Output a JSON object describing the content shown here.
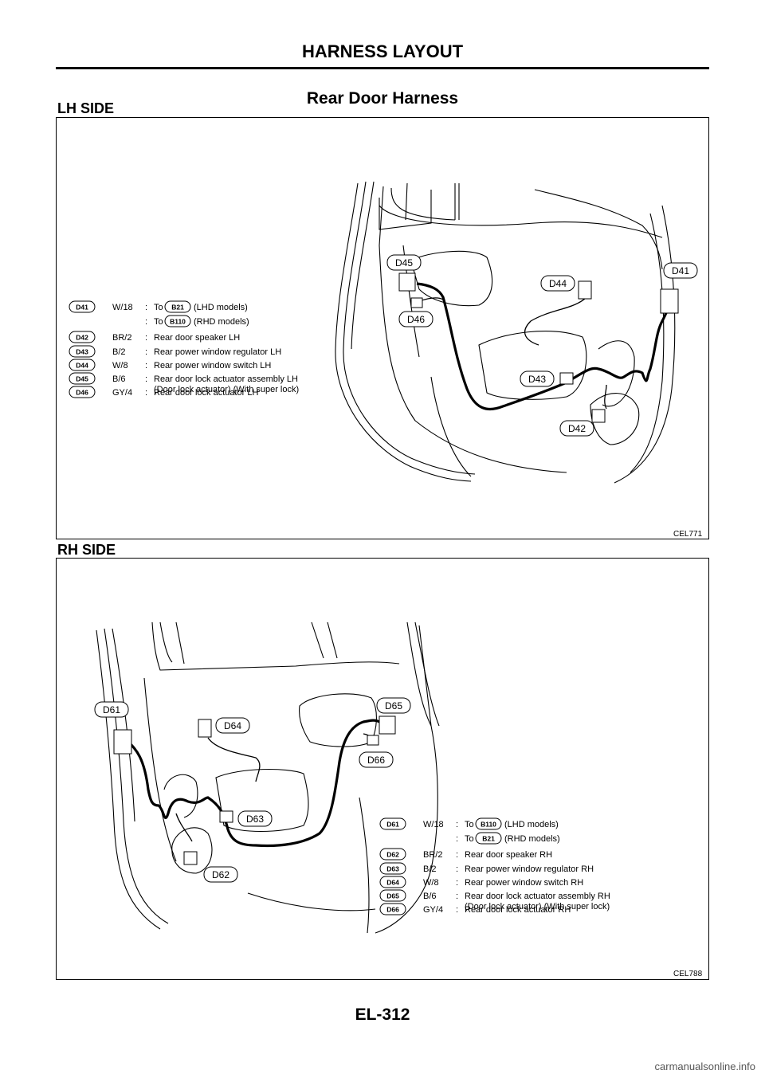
{
  "header": {
    "title": "HARNESS LAYOUT"
  },
  "section_title": "Rear Door Harness",
  "lh": {
    "label": "LH SIDE",
    "figure_code": "CEL771",
    "callouts": [
      "D45",
      "D44",
      "D41",
      "D46",
      "D43",
      "D42"
    ],
    "legend": [
      {
        "code": "D41",
        "wire": "W/18",
        "sep": ":",
        "to": "To",
        "ref": "B21",
        "desc": "(LHD models)",
        "desc2": ""
      },
      {
        "code": "",
        "wire": "",
        "sep": ":",
        "to": "To",
        "ref": "B110",
        "desc": "(RHD models)",
        "desc2": ""
      },
      {
        "code": "D42",
        "wire": "BR/2",
        "sep": ":",
        "to": "",
        "ref": "",
        "desc": "Rear door speaker LH",
        "desc2": ""
      },
      {
        "code": "D43",
        "wire": "B/2",
        "sep": ":",
        "to": "",
        "ref": "",
        "desc": "Rear power window regulator LH",
        "desc2": ""
      },
      {
        "code": "D44",
        "wire": "W/8",
        "sep": ":",
        "to": "",
        "ref": "",
        "desc": "Rear power window switch LH",
        "desc2": ""
      },
      {
        "code": "D45",
        "wire": "B/6",
        "sep": ":",
        "to": "",
        "ref": "",
        "desc": "Rear door lock actuator assembly LH",
        "desc2": "(Door lock actuator) (With super lock)"
      },
      {
        "code": "D46",
        "wire": "GY/4",
        "sep": ":",
        "to": "",
        "ref": "",
        "desc": "Rear door lock actuator LH",
        "desc2": ""
      }
    ]
  },
  "rh": {
    "label": "RH SIDE",
    "figure_code": "CEL788",
    "callouts": [
      "D61",
      "D64",
      "D65",
      "D66",
      "D63",
      "D62"
    ],
    "legend": [
      {
        "code": "D61",
        "wire": "W/18",
        "sep": ":",
        "to": "To",
        "ref": "B110",
        "desc": "(LHD models)",
        "desc2": ""
      },
      {
        "code": "",
        "wire": "",
        "sep": ":",
        "to": "To",
        "ref": "B21",
        "desc": "(RHD models)",
        "desc2": ""
      },
      {
        "code": "D62",
        "wire": "BR/2",
        "sep": ":",
        "to": "",
        "ref": "",
        "desc": "Rear door speaker RH",
        "desc2": ""
      },
      {
        "code": "D63",
        "wire": "B/2",
        "sep": ":",
        "to": "",
        "ref": "",
        "desc": "Rear power window regulator RH",
        "desc2": ""
      },
      {
        "code": "D64",
        "wire": "W/8",
        "sep": ":",
        "to": "",
        "ref": "",
        "desc": "Rear power window switch RH",
        "desc2": ""
      },
      {
        "code": "D65",
        "wire": "B/6",
        "sep": ":",
        "to": "",
        "ref": "",
        "desc": "Rear door lock actuator assembly RH",
        "desc2": "(Door lock actuator) (With super lock)"
      },
      {
        "code": "D66",
        "wire": "GY/4",
        "sep": ":",
        "to": "",
        "ref": "",
        "desc": "Rear door lock actuator RH",
        "desc2": ""
      }
    ]
  },
  "page_number": "EL-312",
  "watermark": "carmanualsonline.info"
}
